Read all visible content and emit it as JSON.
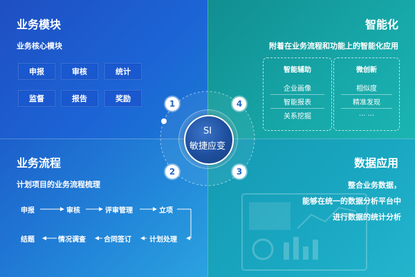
{
  "business_module": {
    "title": "业务模块",
    "subtitle": "业务核心模块",
    "buttons": [
      "申报",
      "审核",
      "统计",
      "监督",
      "报告",
      "奖励"
    ]
  },
  "intelligence": {
    "title": "智能化",
    "subtitle": "附着在业务流程和功能上的智能化应用",
    "panels": [
      {
        "title": "智能辅助",
        "items": [
          "企业画像",
          "智能报表",
          "关系挖掘"
        ]
      },
      {
        "title": "微创新",
        "items": [
          "相似度",
          "精准发现",
          "... ..."
        ]
      }
    ]
  },
  "business_flow": {
    "title": "业务流程",
    "subtitle": "计划项目的业务流程梳理",
    "row1": [
      "申报",
      "审核",
      "评审管理",
      "立项"
    ],
    "row2": [
      "结题",
      "情况调查",
      "合同签订",
      "计划处理"
    ]
  },
  "data_application": {
    "title": "数据应用",
    "lines": [
      "整合业务数据，",
      "能够在统一的数据分析平台中",
      "进行数据的统计分析"
    ]
  },
  "center": {
    "line1": "SI",
    "line2": "敏捷应变",
    "numbers": [
      "1",
      "2",
      "3",
      "4"
    ]
  },
  "colors": {
    "q1": "#1e4fc2",
    "q2": "#17a7a8",
    "q3": "#2287d9",
    "q4": "#1aa8c2",
    "number_text": "#2468c8"
  }
}
